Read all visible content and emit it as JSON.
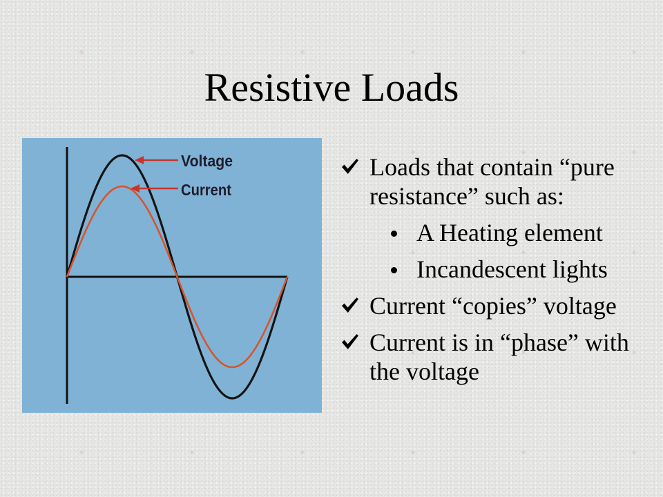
{
  "slide": {
    "title": "Resistive Loads",
    "background_color": "#e6e6e4"
  },
  "diagram": {
    "background_color": "#80b2d6",
    "labels": {
      "voltage": "Voltage",
      "current": "Current"
    },
    "colors": {
      "axis": "#111111",
      "voltage": "#141414",
      "current": "#d4562c",
      "arrow": "#c7352a",
      "label": "#1d1d2b"
    }
  },
  "bullets": [
    {
      "icon": "check-icon",
      "text": "Loads that contain “pure resistance” such as:",
      "sub_items": [
        {
          "icon": "bullet-dot-icon",
          "text": "A Heating element"
        },
        {
          "icon": "bullet-dot-icon",
          "text": "Incandescent lights"
        }
      ]
    },
    {
      "icon": "check-icon",
      "text": "Current “copies” voltage"
    },
    {
      "icon": "check-icon",
      "text": "Current is in “phase” with the voltage"
    }
  ]
}
